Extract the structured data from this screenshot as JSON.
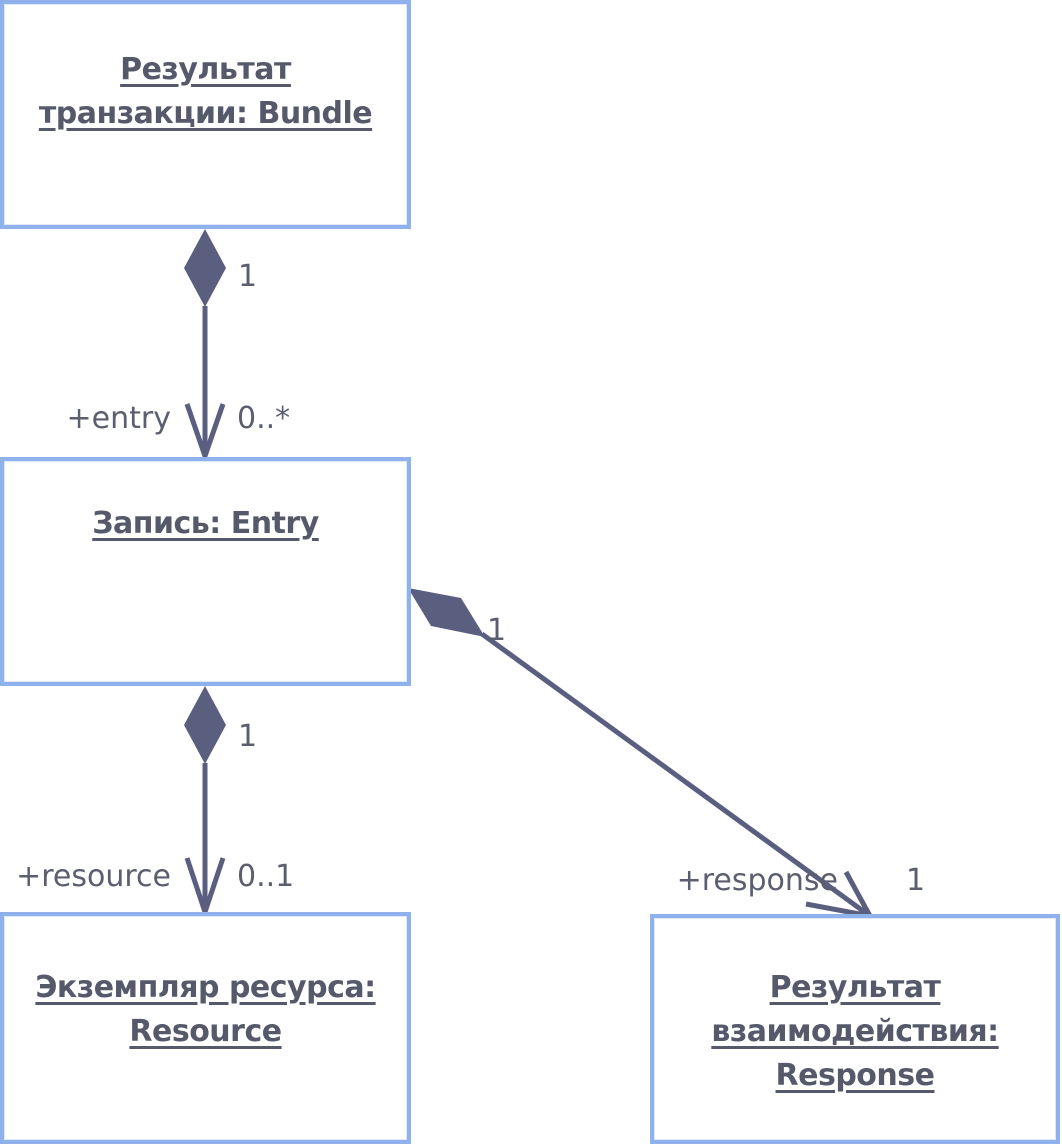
{
  "objects": {
    "bundle": {
      "line1": "Результат",
      "line2": "транзакции: Bundle"
    },
    "entry": {
      "line1": "Запись: Entry"
    },
    "resource": {
      "line1": "Экземпляр ресурса:",
      "line2": "Resource"
    },
    "response": {
      "line1": "Результат",
      "line2": "взаимодействия:",
      "line3": "Response"
    }
  },
  "associations": {
    "bundle_entry": {
      "source_multiplicity": "1",
      "target_role": "+entry",
      "target_multiplicity": "0..*"
    },
    "entry_resource": {
      "source_multiplicity": "1",
      "target_role": "+resource",
      "target_multiplicity": "0..1"
    },
    "entry_response": {
      "source_multiplicity": "1",
      "target_role": "+response",
      "target_multiplicity": "1"
    }
  },
  "colors": {
    "box_border": "#8fb1ec",
    "line": "#5a5f80",
    "text": "#55596a"
  }
}
